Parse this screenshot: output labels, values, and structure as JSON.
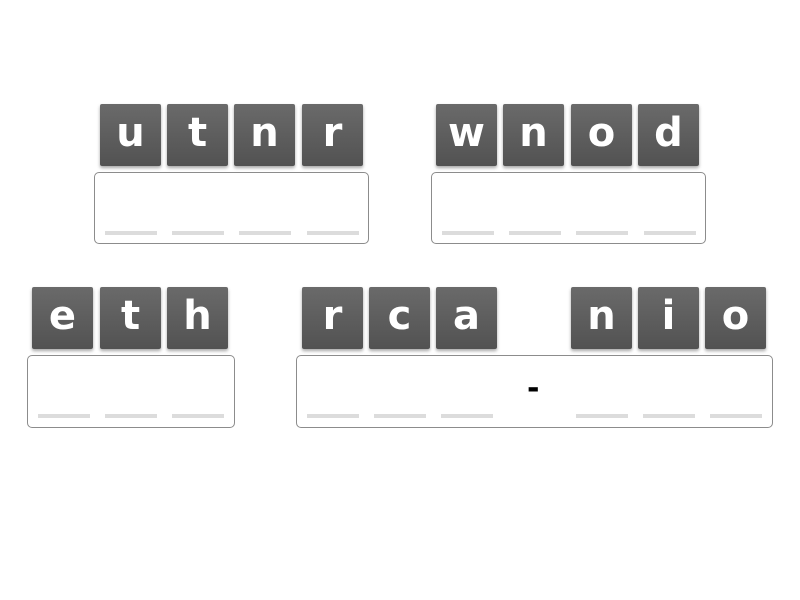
{
  "puzzles": [
    {
      "tiles": [
        "u",
        "t",
        "n",
        "r"
      ],
      "slots": 4
    },
    {
      "tiles": [
        "w",
        "n",
        "o",
        "d"
      ],
      "slots": 4
    },
    {
      "tiles": [
        "e",
        "t",
        "h"
      ],
      "slots": 3
    },
    {
      "tiles": [
        "r",
        "c",
        "a",
        "n",
        "i",
        "o"
      ],
      "slots": 6,
      "separator": "-",
      "separator_after_slot": 3
    }
  ],
  "colors": {
    "tile_bg": "#5e5e5e",
    "tile_text": "#ffffff",
    "slot_line": "#dcdcdc",
    "box_border": "#8c8c8c"
  }
}
